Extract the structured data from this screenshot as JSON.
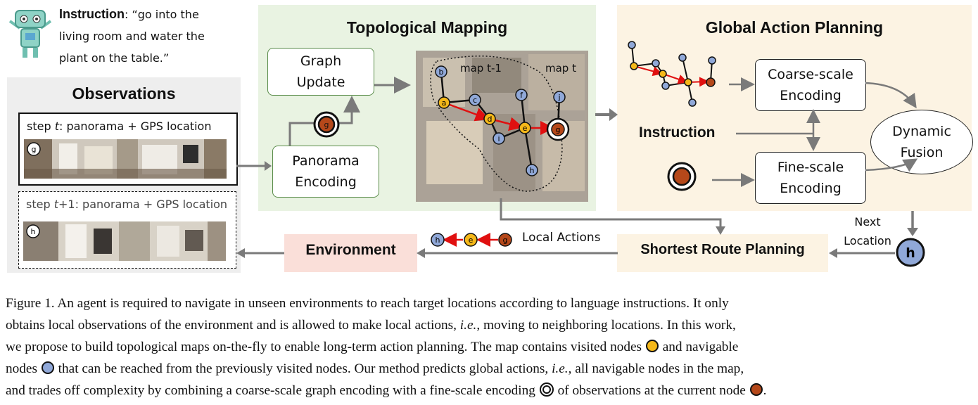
{
  "instruction": {
    "label": "Instruction",
    "text_line1": ": “go into the",
    "text_line2": "living room and water the",
    "text_line3": "plant on the table.”"
  },
  "observations": {
    "title": "Observations",
    "step_t_label": "step t: panorama + GPS location",
    "step_t_node": "g",
    "step_t1_label": "step t+1: panorama + GPS location",
    "step_t1_node": "h"
  },
  "topological_mapping": {
    "title": "Topological Mapping",
    "graph_update": [
      "Graph",
      "Update"
    ],
    "panorama_encoding": [
      "Panorama",
      "Encoding"
    ],
    "map_prev_label": "map t-1",
    "map_curr_label": "map t",
    "nodes": [
      "a",
      "b",
      "c",
      "d",
      "e",
      "f",
      "g",
      "h",
      "i",
      "j"
    ]
  },
  "global_action_planning": {
    "title": "Global Action Planning",
    "coarse": [
      "Coarse-scale",
      "Encoding"
    ],
    "fine": [
      "Fine-scale",
      "Encoding"
    ],
    "instruction_label": "Instruction",
    "fusion": [
      "Dynamic",
      "Fusion"
    ]
  },
  "next_location": {
    "label_line1": "Next",
    "label_line2": "Location",
    "node": "h"
  },
  "shortest_route": {
    "title": "Shortest Route Planning"
  },
  "environment": {
    "title": "Environment"
  },
  "local_actions": {
    "label": "Local Actions",
    "nodes": [
      "h",
      "e",
      "g"
    ]
  },
  "caption": {
    "line1": "Figure 1.  An agent is required to navigate in unseen environments to reach target locations according to language instructions.  It only",
    "line2": "obtains local observations of the environment and is allowed to make local actions, i.e., moving to neighboring locations.  In this work,",
    "line3a": "we propose to build topological maps on-the-fly to enable long-term action planning.  The map contains visited nodes",
    "line3b": "and navigable",
    "line4a": "nodes",
    "line4b": "that can be reached from the previously visited nodes.  Our method predicts global actions, i.e., all navigable nodes in the map,",
    "line5a": "and trades off complexity by combining a coarse-scale graph encoding with a fine-scale encoding",
    "line5b": "of observations at the current node"
  },
  "colors": {
    "visited_node": "#f5b819",
    "navigable_node": "#90a8d8",
    "current_node": "#b5481a",
    "arrow_red": "#e01010",
    "arrow_gray": "#7a7a7a",
    "obs_panel": "#eeeeee",
    "topo_panel": "#e9f3e2",
    "planning_panel": "#fcf3e3",
    "env_panel": "#fadfd9"
  },
  "icons": [
    "robot-icon",
    "visited-node-icon",
    "navigable-node-icon",
    "fine-scale-encoding-icon",
    "current-node-icon"
  ]
}
